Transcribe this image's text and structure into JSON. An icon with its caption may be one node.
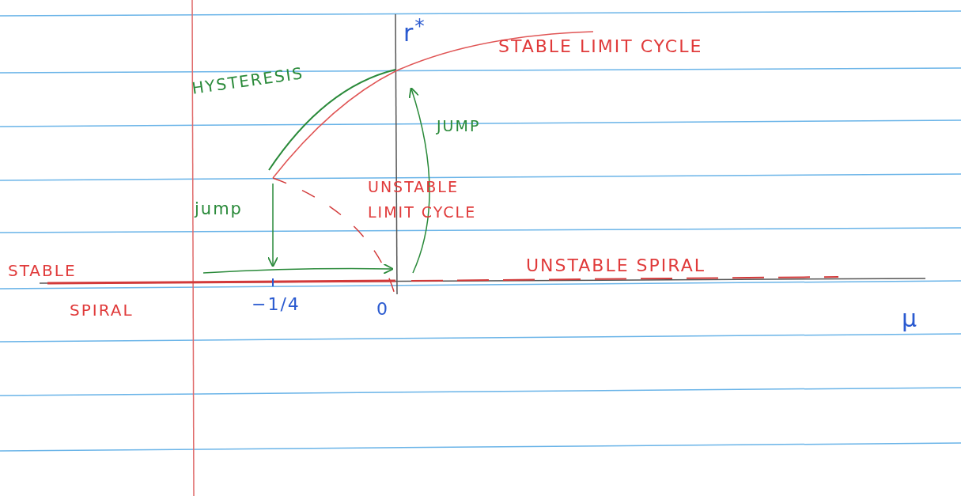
{
  "diagram": {
    "labels": [
      "r$^{*}$",
      "STABLE LIMIT CYCLE",
      "HYSTERESIS",
      "JUMP",
      "UNSTABLE LIMIT CYCLE",
      "jump",
      "STABLE",
      "UNSTABLE SPIRAL",
      "SPIRAL",
      "−1/4",
      "0",
      "μ"
    ]
  }
}
